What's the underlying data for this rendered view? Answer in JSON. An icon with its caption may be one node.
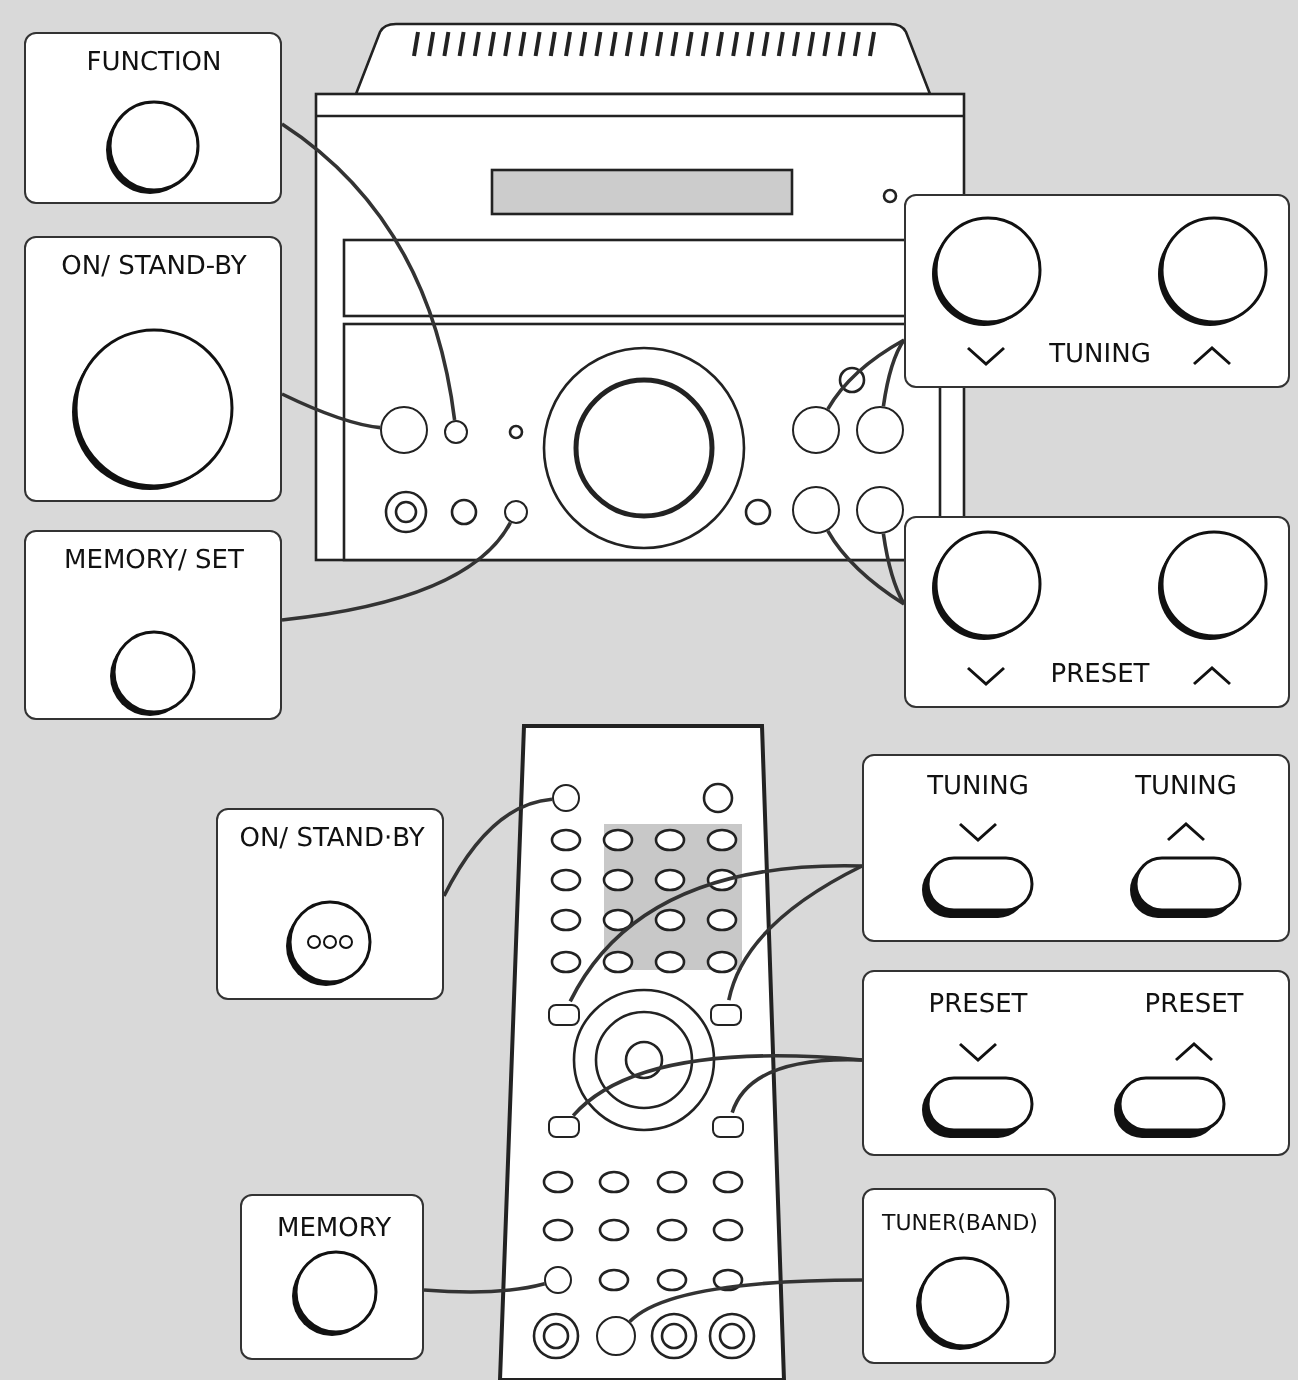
{
  "diagram": {
    "nodes": [
      {
        "text": [
          "FUNCTION"
        ]
      },
      {
        "text": [
          "ON/ STAND-BY"
        ]
      },
      {
        "text": [
          "MEMORY/ SET"
        ]
      },
      {
        "text": [
          "TUNING"
        ]
      },
      {
        "text": [
          "PRESET"
        ]
      },
      {
        "text": [
          "ON/ STAND·BY"
        ]
      },
      {
        "text": [
          "TUNING",
          "TUNING"
        ]
      },
      {
        "text": [
          "PRESET",
          "PRESET"
        ]
      },
      {
        "text": [
          "MEMORY"
        ]
      },
      {
        "text": [
          "TUNER(BAND)"
        ]
      },
      {
        "text": [],
        "shape": "circle"
      },
      {
        "text": [],
        "shape": "circle"
      },
      {
        "text": [],
        "shape": "circle"
      },
      {
        "text": [],
        "shape": "circle"
      },
      {
        "text": [],
        "shape": "circle"
      },
      {
        "text": [],
        "shape": "circle"
      },
      {
        "text": [],
        "shape": "circle"
      },
      {
        "text": [],
        "shape": "circle"
      },
      {
        "text": [],
        "shape": "box"
      },
      {
        "text": [],
        "shape": "box"
      },
      {
        "text": [],
        "shape": "box"
      },
      {
        "text": [],
        "shape": "box"
      },
      {
        "text": [],
        "shape": "circle"
      },
      {
        "text": [],
        "shape": "circle"
      }
    ],
    "edges": [
      {
        "from": 0,
        "to": 10,
        "arrow": "none"
      },
      {
        "from": 1,
        "to": 11,
        "arrow": "none"
      },
      {
        "from": 2,
        "to": 12,
        "arrow": "none"
      },
      {
        "from": 3,
        "to": 13,
        "arrow": "none"
      },
      {
        "from": 3,
        "to": 14,
        "arrow": "none"
      },
      {
        "from": 4,
        "to": 15,
        "arrow": "none"
      },
      {
        "from": 4,
        "to": 16,
        "arrow": "none"
      },
      {
        "from": 5,
        "to": 17,
        "arrow": "none"
      },
      {
        "from": 6,
        "to": 18,
        "arrow": "none"
      },
      {
        "from": 6,
        "to": 19,
        "arrow": "none"
      },
      {
        "from": 7,
        "to": 20,
        "arrow": "none"
      },
      {
        "from": 7,
        "to": 21,
        "arrow": "none"
      },
      {
        "from": 8,
        "to": 22,
        "arrow": "none"
      },
      {
        "from": 9,
        "to": 23,
        "arrow": "none"
      }
    ]
  }
}
